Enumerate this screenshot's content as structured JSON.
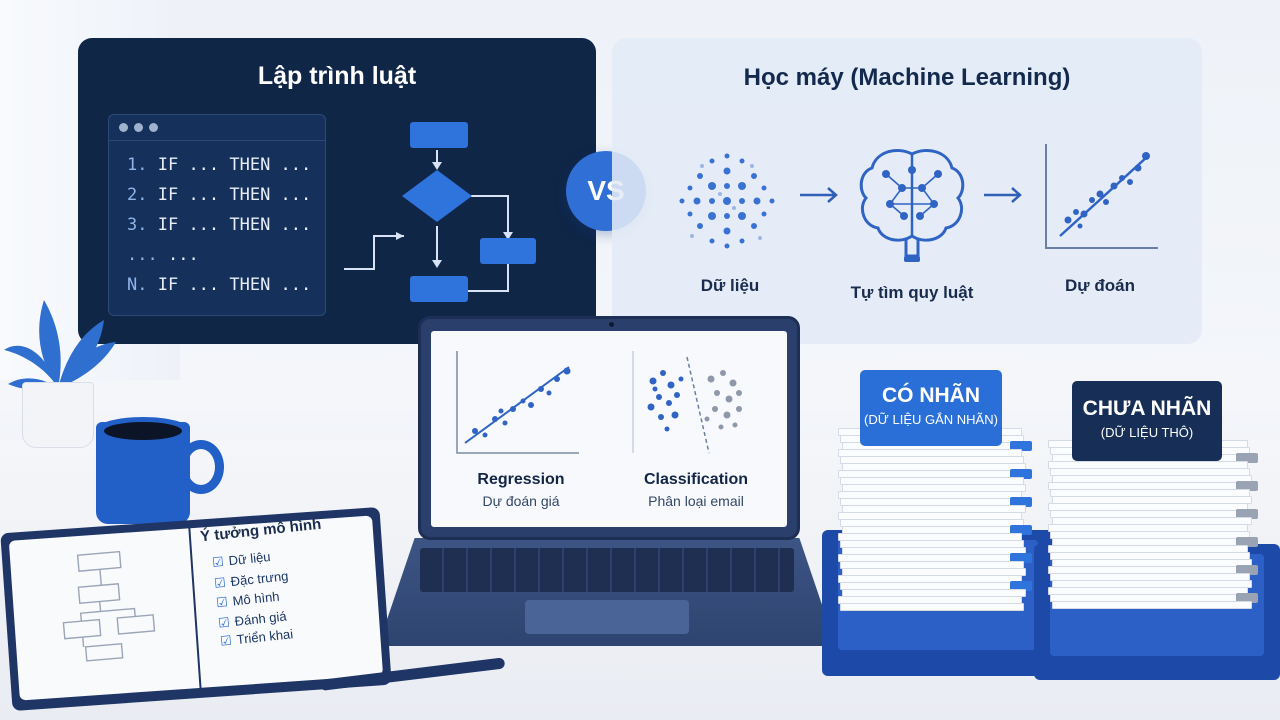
{
  "rule_based": {
    "title": "Lập trình luật",
    "code_lines": [
      {
        "num": "1.",
        "text": "IF ... THEN ..."
      },
      {
        "num": "2.",
        "text": "IF ... THEN ..."
      },
      {
        "num": "3.",
        "text": "IF ... THEN ..."
      },
      {
        "num": "...",
        "text": "..."
      },
      {
        "num": "N.",
        "text": "IF ... THEN ..."
      }
    ]
  },
  "vs_label": "VS",
  "machine_learning": {
    "title": "Học máy (Machine Learning)",
    "steps": [
      "Dữ liệu",
      "Tự tìm quy luật",
      "Dự đoán"
    ]
  },
  "laptop": {
    "charts": [
      {
        "title": "Regression",
        "subtitle": "Dự đoán giá"
      },
      {
        "title": "Classification",
        "subtitle": "Phân loại email"
      }
    ]
  },
  "notebook": {
    "title": "Ý tưởng mô hình",
    "items": [
      "Dữ liệu",
      "Đặc trưng",
      "Mô hình",
      "Đánh giá",
      "Triển khai"
    ]
  },
  "labeled": {
    "title": "CÓ NHÃN",
    "subtitle": "(DỮ LIỆU GẮN NHÃN)"
  },
  "unlabeled": {
    "title": "CHƯA NHÃN",
    "subtitle": "(DỮ LIỆU THÔ)"
  },
  "colors": {
    "navy": "#0f2647",
    "accent_blue": "#2f6fd6",
    "light_panel": "#e3eaf6"
  }
}
